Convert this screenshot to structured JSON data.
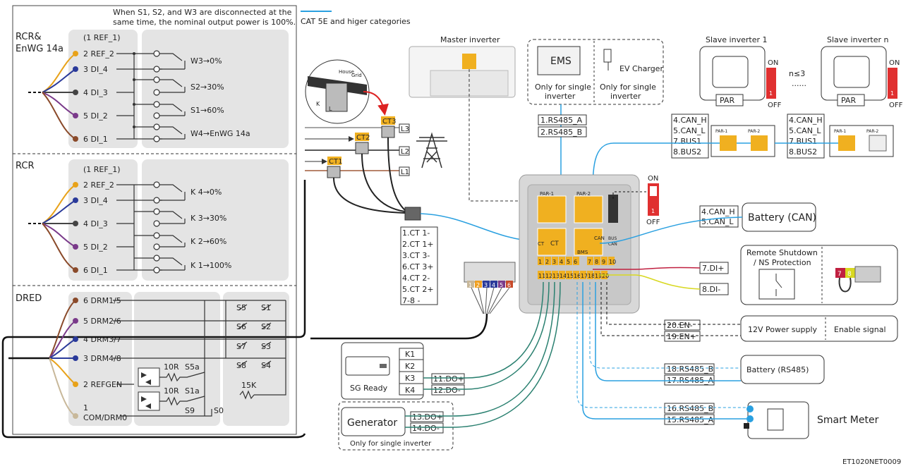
{
  "top_note": [
    "When S1, S2, and W3 are disconnected at the",
    "same time, the nominal output power is 100%."
  ],
  "cat_label": "CAT 5E and higer categories",
  "rcr_enwg": {
    "title1": "RCR&",
    "title2": "EnWG 14a",
    "pins": [
      "(1  REF_1)",
      "2  REF_2",
      "3  DI_4",
      "4  DI_3",
      "5  DI_2",
      "6  DI_1"
    ],
    "outputs": [
      "W3→0%",
      "S2→30%",
      "S1→60%",
      "W4→EnWG 14a"
    ]
  },
  "rcr": {
    "title": "RCR",
    "pins": [
      "(1  REF_1)",
      "2  REF_2",
      "3  DI_4",
      "4  DI_3",
      "5  DI_2",
      "6  DI_1"
    ],
    "outputs": [
      "K 4→0%",
      "K 3→30%",
      "K 2→60%",
      "K 1→100%"
    ]
  },
  "dred": {
    "title": "DRED",
    "pins": [
      "6  DRM1/5",
      "5  DRM2/6",
      "4  DRM3/7",
      "3  DRM4/8",
      "2  REFGEN",
      "1",
      "COM/DRM0"
    ],
    "switches": [
      "S5",
      "S1",
      "S6",
      "S2",
      "S7",
      "S3",
      "S8",
      "S4"
    ],
    "resistors": [
      "10R",
      "S5a",
      "10R",
      "S1a",
      "15K",
      "S9",
      "S0"
    ]
  },
  "master_inverter": "Master inverter",
  "ems": {
    "title": "EMS",
    "note1": "Only for single",
    "note2": "inverter"
  },
  "ev": {
    "title": "EV Charger",
    "note1": "Only for single",
    "note2": "inverter"
  },
  "rs485_top": [
    "1.RS485_A",
    "2.RS485_B"
  ],
  "slave1": {
    "title": "Slave inverter 1",
    "par": "PAR",
    "on": "ON",
    "off": "OFF",
    "one": "1"
  },
  "slaven": {
    "title": "Slave inverter n",
    "par": "PAR",
    "on": "ON",
    "off": "OFF",
    "one": "1"
  },
  "n_le": "n≤3",
  "dots": "......",
  "can_bus_1": [
    "4.CAN_H",
    "5.CAN_L",
    "7.BUS1",
    "8.BUS2"
  ],
  "can_bus_2": [
    "4.CAN_H",
    "5.CAN_L",
    "7.BUS1",
    "8.BUS2"
  ],
  "par_ports": [
    "PAR-1",
    "PAR-2"
  ],
  "ct_labels": [
    "CT1",
    "CT2",
    "CT3"
  ],
  "line_labels": [
    "L1",
    "L2",
    "L3"
  ],
  "house_grid": [
    "House",
    "Grid"
  ],
  "kl": [
    "K",
    "L"
  ],
  "ct_pins": [
    "1.CT 1-",
    "2.CT 1+",
    "3.CT 3-",
    "6.CT 3+",
    "4.CT 2-",
    "5.CT 2+",
    "7-8  -"
  ],
  "commbox": {
    "par1": "PAR-1",
    "par2": "PAR-2",
    "ct": "CT",
    "bms": "BMS",
    "can": "CAN",
    "bus": "BUS",
    "can2": "CAN",
    "ct2": "CT",
    "row1": [
      "1",
      "2",
      "3",
      "4",
      "5",
      "6"
    ],
    "row1b": [
      "7",
      "8",
      "9",
      "10"
    ],
    "row2": [
      "11",
      "12",
      "13",
      "14",
      "15",
      "16",
      "17",
      "18",
      "19",
      "20"
    ]
  },
  "dip_main": {
    "on": "ON",
    "off": "OFF",
    "one": "1"
  },
  "battery_can": {
    "title": "Battery  (CAN)",
    "pins": [
      "4.CAN_H",
      "5.CAN_L"
    ]
  },
  "remote": {
    "title1": "Remote Shutdown",
    "title2": "/ NS Protection",
    "pins": [
      "7.DI+",
      "8.DI-"
    ],
    "terms": [
      "7",
      "8"
    ]
  },
  "power_supply": {
    "title": "12V Power supply",
    "signal": "Enable signal",
    "pins": [
      "20.EN-",
      "19.EN+"
    ]
  },
  "battery_rs485": {
    "title": "Battery (RS485)",
    "pins": [
      "18.RS485_B",
      "17.RS485_A"
    ]
  },
  "smart_meter": {
    "title": "Smart Meter",
    "pins": [
      "16.RS485_B",
      "15.RS485_A"
    ]
  },
  "sg_ready": {
    "title": "SG Ready",
    "relays": [
      "K1",
      "K2",
      "K3",
      "K4"
    ],
    "pins": [
      "11.DO+",
      "12.DO-"
    ]
  },
  "generator": {
    "title": "Generator",
    "note": "Only for single inverter",
    "pins": [
      "13.DO+",
      "14.DO-"
    ]
  },
  "terminal_nums": [
    "1",
    "2",
    "3",
    "4",
    "5",
    "6"
  ],
  "footer_code": "ET1020NET0009"
}
